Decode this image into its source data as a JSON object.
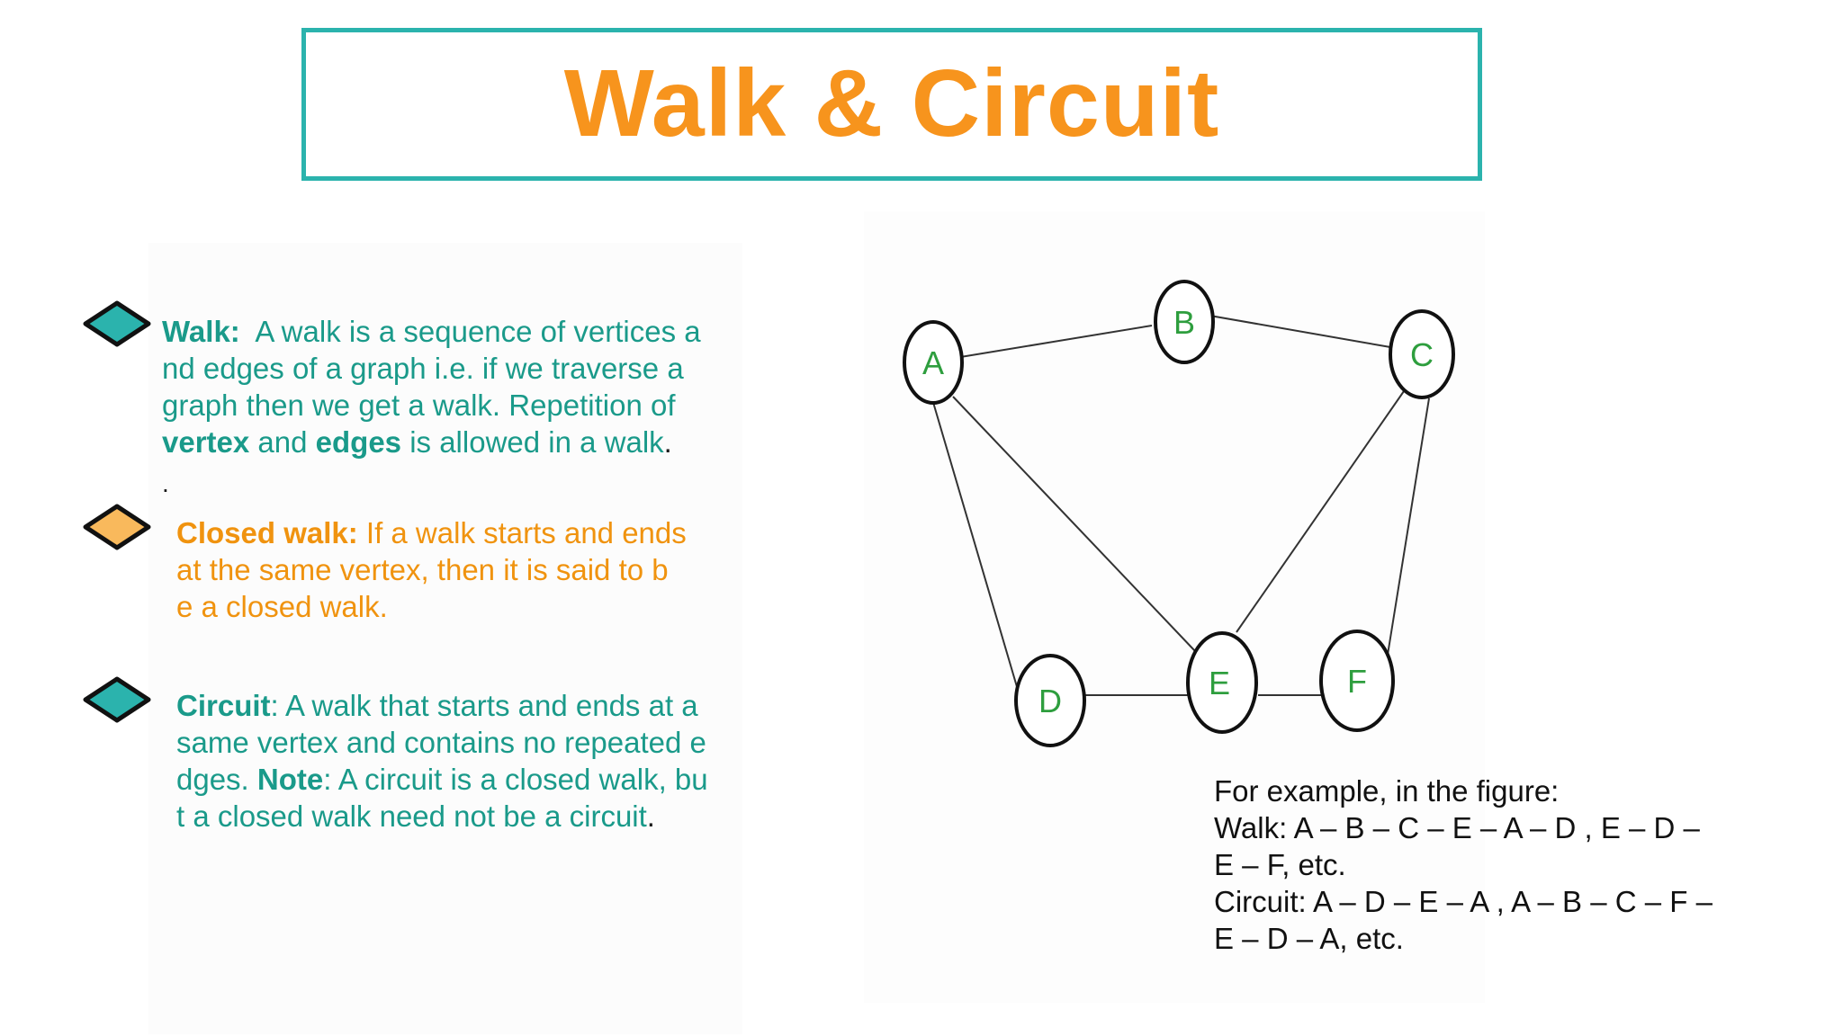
{
  "title": "Walk & Circuit",
  "bullets": [
    {
      "term": "Walk:",
      "lines": [
        "A walk is a sequence of vertices a",
        "nd edges of a graph i.e. if we traverse a",
        "graph then we get a walk. Repetition of"
      ],
      "last_line": {
        "b1": "vertex",
        "t1": " and ",
        "b2": "edges",
        "t2": " is allowed in a walk",
        "end": "."
      },
      "trailing": ".",
      "color": "#1a9a8a",
      "diamond_color": "#2bb3ad"
    },
    {
      "term": "Closed walk:",
      "lines": [
        "If a walk starts and ends",
        "at the same vertex, then it is said to b",
        "e a closed walk."
      ],
      "color": "#f0930f",
      "diamond_color": "#f9b95c"
    },
    {
      "term": "Circuit",
      "first_rest": ": A walk that starts and ends at a",
      "lines": [
        "same vertex and contains no repeated e"
      ],
      "line3": {
        "t1": "dges. ",
        "b1": "Note",
        "t2": ": A circuit is a closed walk, bu"
      },
      "line4": {
        "t1": "t a closed walk need not be a circuit",
        "end": "."
      },
      "color": "#1a9a8a",
      "diamond_color": "#2bb3ad"
    }
  ],
  "graph": {
    "vertices": [
      "A",
      "B",
      "C",
      "D",
      "E",
      "F"
    ],
    "edges": [
      [
        "A",
        "B"
      ],
      [
        "B",
        "C"
      ],
      [
        "A",
        "D"
      ],
      [
        "A",
        "E"
      ],
      [
        "C",
        "E"
      ],
      [
        "C",
        "F"
      ],
      [
        "D",
        "E"
      ],
      [
        "E",
        "F"
      ]
    ],
    "label_color": "#2e9e3e"
  },
  "example": {
    "lines": [
      "For example, in the figure:",
      "Walk: A – B – C – E – A – D , E – D –",
      "E – F, etc.",
      "Circuit: A – D – E – A , A – B – C – F –",
      "E – D – A, etc."
    ]
  }
}
